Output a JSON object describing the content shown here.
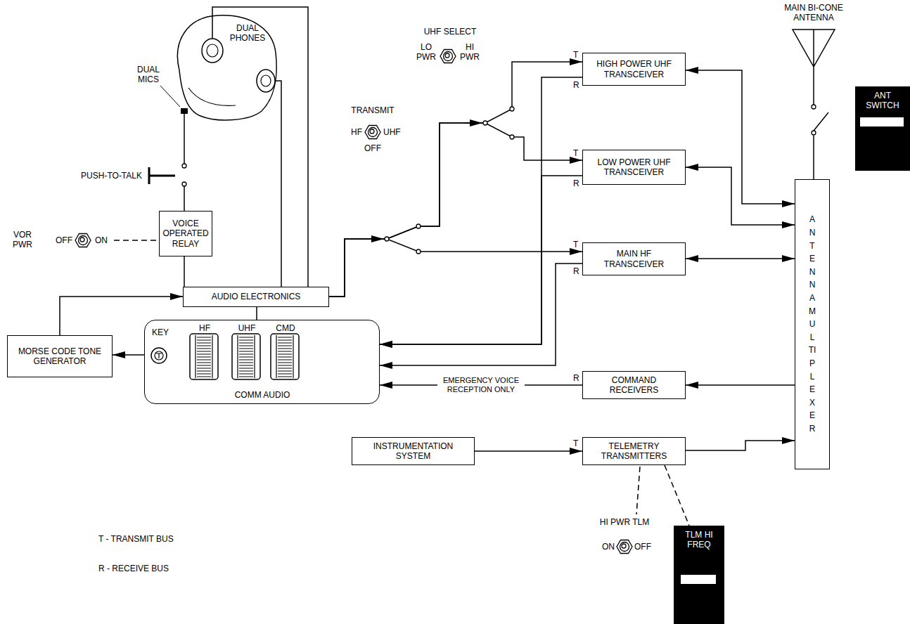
{
  "diagram": {
    "nodes": [
      {
        "text": [
          "HIGH POWER UHF TRANSCEIVER"
        ]
      },
      {
        "text": [
          "LOW POWER UHF TRANSCEIVER"
        ]
      },
      {
        "text": [
          "VOICE OPERATED RELAY"
        ]
      },
      {
        "text": [
          "AUDIO ELECTRONICS"
        ]
      },
      {
        "text": [
          "MAIN HF TRANSCEIVER"
        ]
      },
      {
        "text": [
          "MORSE CODE TONE GENERATOR"
        ]
      },
      {
        "text": [
          "KEY",
          "HF",
          "UHF",
          "CMD",
          "COMM AUDIO"
        ]
      },
      {
        "text": [
          "COMMAND RECEIVERS"
        ]
      },
      {
        "text": [
          "INSTRUMENTATION SYSTEM"
        ]
      },
      {
        "text": [
          "TELEMETRY TRANSMITTERS"
        ]
      },
      {
        "text": [
          "ANTENNA MULTIPLEXER"
        ]
      },
      {
        "text": [
          "ANT SWITCH"
        ]
      },
      {
        "text": [
          "TLM HI FREQ"
        ]
      }
    ],
    "edges": [
      {
        "from": 3,
        "to": 4,
        "arrow": "to"
      },
      {
        "from": 3,
        "to": 0,
        "arrow": "to"
      },
      {
        "from": 3,
        "to": 1,
        "arrow": "to"
      },
      {
        "from": 0,
        "to": 6,
        "arrow": "to"
      },
      {
        "from": 1,
        "to": 6,
        "arrow": "to"
      },
      {
        "from": 4,
        "to": 6,
        "arrow": "to"
      },
      {
        "from": 7,
        "to": 6,
        "label": "EMERGENCY VOICE RECEPTION ONLY",
        "arrow": "to"
      },
      {
        "from": 10,
        "to": 7,
        "arrow": "to"
      },
      {
        "from": 0,
        "to": 10,
        "arrow": "both"
      },
      {
        "from": 1,
        "to": 10,
        "arrow": "both"
      },
      {
        "from": 4,
        "to": 10,
        "arrow": "both"
      },
      {
        "from": 9,
        "to": 10,
        "arrow": "to"
      },
      {
        "from": 8,
        "to": 9,
        "arrow": "to"
      },
      {
        "from": 3,
        "to": 6,
        "arrow": "none"
      },
      {
        "from": 6,
        "to": 5,
        "arrow": "to"
      },
      {
        "from": 5,
        "to": 3,
        "arrow": "to"
      },
      {
        "from": 2,
        "to": 3,
        "arrow": "none"
      },
      {
        "from": 9,
        "to": 12,
        "arrow": "none"
      }
    ],
    "labels": [
      "MAIN BI-CONE ANTENNA",
      "DUAL PHONES",
      "DUAL MICS",
      "UHF SELECT",
      "LO PWR",
      "HI PWR",
      "T",
      "R",
      "PUSH-TO-TALK",
      "TRANSMIT",
      "HF",
      "UHF",
      "T",
      "R",
      "VOR PWR",
      "OFF",
      "ON",
      "OFF",
      "T",
      "R",
      "R",
      "T",
      "HI PWR TLM",
      "ON",
      "OFF",
      "T - TRANSMIT BUS",
      "R - RECEIVE BUS"
    ]
  }
}
